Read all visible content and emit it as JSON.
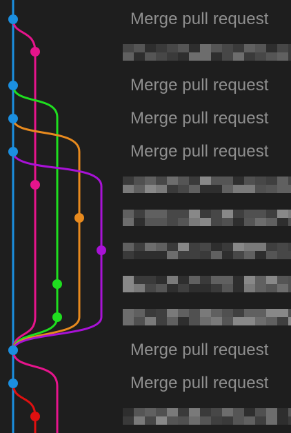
{
  "palette": {
    "background": "#1e1e1e",
    "message_text": "#8f8f8f",
    "blue": "#1b8fe0",
    "pink": "#e6148c",
    "green": "#1fde1f",
    "orange": "#e88a1e",
    "purple": "#a812d6",
    "red": "#e01010"
  },
  "commits": [
    {
      "message": "Merge pull request",
      "lane_color": "blue",
      "obscured": false
    },
    {
      "message": "",
      "lane_color": "pink",
      "obscured": true
    },
    {
      "message": "Merge pull request",
      "lane_color": "blue",
      "obscured": false
    },
    {
      "message": "Merge pull request",
      "lane_color": "blue",
      "obscured": false
    },
    {
      "message": "Merge pull request",
      "lane_color": "blue",
      "obscured": false
    },
    {
      "message": "",
      "lane_color": "pink",
      "obscured": true
    },
    {
      "message": "",
      "lane_color": "orange",
      "obscured": true
    },
    {
      "message": "",
      "lane_color": "purple",
      "obscured": true
    },
    {
      "message": "",
      "lane_color": "green",
      "obscured": true
    },
    {
      "message": "",
      "lane_color": "green",
      "obscured": true
    },
    {
      "message": "Merge pull request",
      "lane_color": "blue",
      "obscured": false
    },
    {
      "message": "Merge pull request",
      "lane_color": "blue",
      "obscured": false
    },
    {
      "message": "",
      "lane_color": "red",
      "obscured": true
    }
  ]
}
